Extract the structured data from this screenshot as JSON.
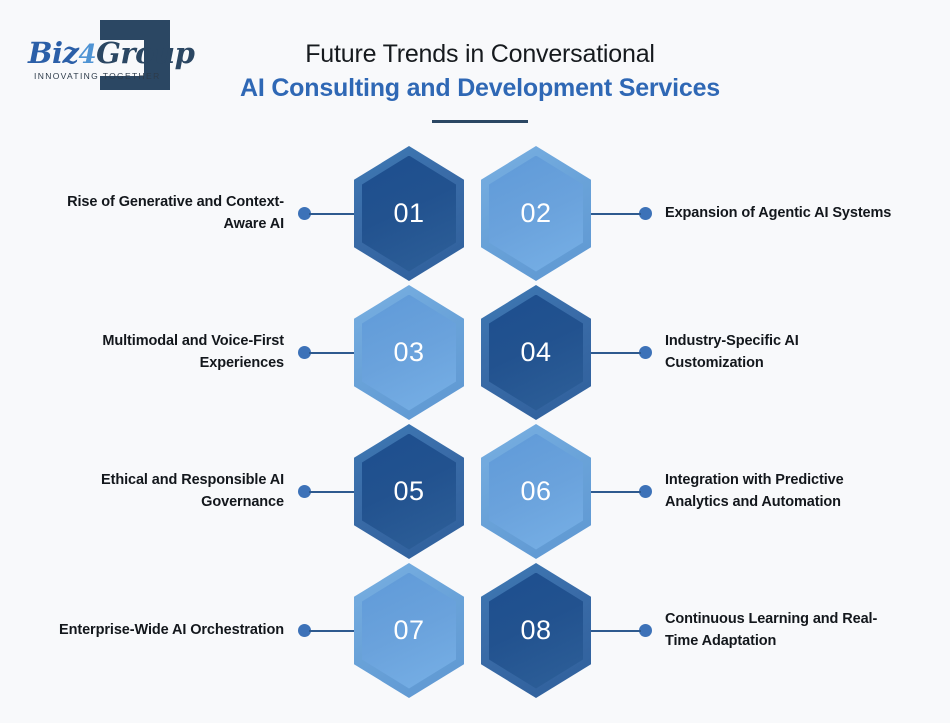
{
  "brand": {
    "logo_text_part1": "Biz",
    "logo_text_four": "4",
    "logo_text_part2": "Group",
    "tagline": "INNOVATING TOGETHER",
    "logo_mark": "square-bracket-mark"
  },
  "header": {
    "title_line1": "Future Trends in Conversational",
    "title_line2": "AI Consulting and Development Services"
  },
  "colors": {
    "background": "#f8f9fb",
    "title_accent": "#2f68b5",
    "title_primary": "#161a1e",
    "rule": "#2b4763",
    "hex_dark": "#22528f",
    "hex_light": "#6aa2dc",
    "connector_dot": "#3d72b8",
    "connector_line": "#2e5a8f"
  },
  "items": [
    {
      "number": "01",
      "label": "Rise of Generative and Context-Aware AI",
      "side": "left",
      "column": 1,
      "shade": "dark"
    },
    {
      "number": "02",
      "label": "Expansion of Agentic AI Systems",
      "side": "right",
      "column": 2,
      "shade": "light"
    },
    {
      "number": "03",
      "label": "Multimodal and Voice-First Experiences",
      "side": "left",
      "column": 1,
      "shade": "light"
    },
    {
      "number": "04",
      "label": "Industry-Specific AI Customization",
      "side": "right",
      "column": 2,
      "shade": "dark"
    },
    {
      "number": "05",
      "label": "Ethical and Responsible AI Governance",
      "side": "left",
      "column": 1,
      "shade": "dark"
    },
    {
      "number": "06",
      "label": "Integration with Predictive Analytics and Automation",
      "side": "right",
      "column": 2,
      "shade": "light"
    },
    {
      "number": "07",
      "label": "Enterprise-Wide AI Orchestration",
      "side": "left",
      "column": 1,
      "shade": "light"
    },
    {
      "number": "08",
      "label": "Continuous Learning and Real-Time Adaptation",
      "side": "right",
      "column": 2,
      "shade": "dark"
    }
  ]
}
